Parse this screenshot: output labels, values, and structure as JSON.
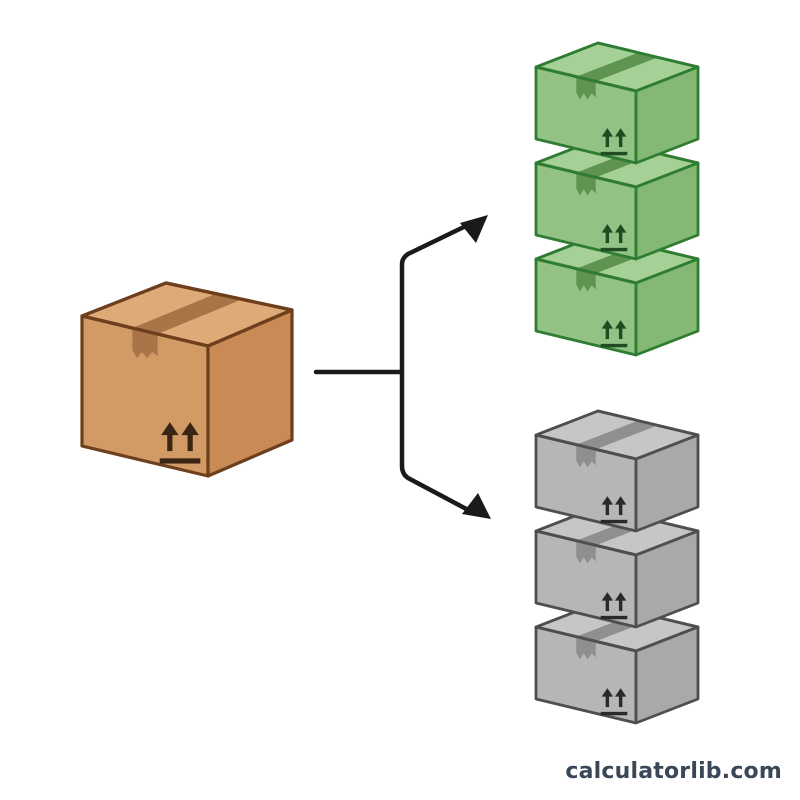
{
  "watermark": "calculatorlib.com",
  "palette": {
    "source_box": {
      "top": "#ddaa78",
      "left": "#d29a64",
      "right": "#c98a55",
      "stroke": "#6e3f1c",
      "tape": "#a87448",
      "symbol": "#3a2414"
    },
    "green_box": {
      "top": "#a5d196",
      "left": "#93c384",
      "right": "#84b875",
      "stroke": "#2e7d32",
      "tape": "#5f9450",
      "symbol": "#1e4d22"
    },
    "gray_box": {
      "top": "#c6c6c6",
      "left": "#b6b6b6",
      "right": "#a9a9a9",
      "stroke": "#4f4f4f",
      "tape": "#8f8f8f",
      "symbol": "#2a2a2a"
    },
    "arrow": "#1a1a1a"
  },
  "icons": [
    "this-side-up-icon",
    "packing-tape",
    "arrow-icon"
  ],
  "stacks": [
    {
      "name": "green-stack",
      "color": "green_box",
      "box_count": 3
    },
    {
      "name": "gray-stack",
      "color": "gray_box",
      "box_count": 3
    }
  ]
}
